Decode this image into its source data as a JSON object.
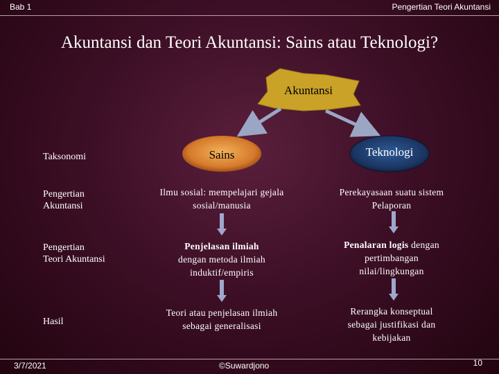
{
  "header": {
    "left": "Bab 1",
    "right": "Pengertian Teori Akuntansi"
  },
  "title": "Akuntansi dan Teori Akuntansi: Sains atau Teknologi?",
  "nodes": {
    "root": "Akuntansi",
    "left": "Sains",
    "right": "Teknologi"
  },
  "rows": [
    {
      "label": "Taksonomi"
    },
    {
      "label": "Pengertian\nAkuntansi",
      "sains": "Ilmu sosial: mempelajari gejala\nsosial/manusia",
      "teknologi": "Perekayasaan suatu sistem\nPelaporan"
    },
    {
      "label": "Pengertian\nTeori Akuntansi",
      "sains_bold": "Penjelasan ilmiah",
      "sains_rest": "dengan metoda ilmiah\ninduktif/empiris",
      "teknologi_bold": "Penalaran logis",
      "teknologi_rest_inline": " dengan",
      "teknologi_rest": "pertimbangan\nnilai/lingkungan"
    },
    {
      "label": "Hasil",
      "sains": "Teori atau penjelasan ilmiah\nsebagai generalisasi",
      "teknologi": "Rerangka konseptual\nsebagai justifikasi dan\nkebijakan"
    }
  ],
  "footer": {
    "date": "3/7/2021",
    "author": "©Suwardjono",
    "page": "10"
  },
  "colors": {
    "root_fill": "#c9a227",
    "sains_fill": "#e89a3c",
    "teknologi_fill": "#23406e",
    "arrow": "#9aa6c4"
  }
}
